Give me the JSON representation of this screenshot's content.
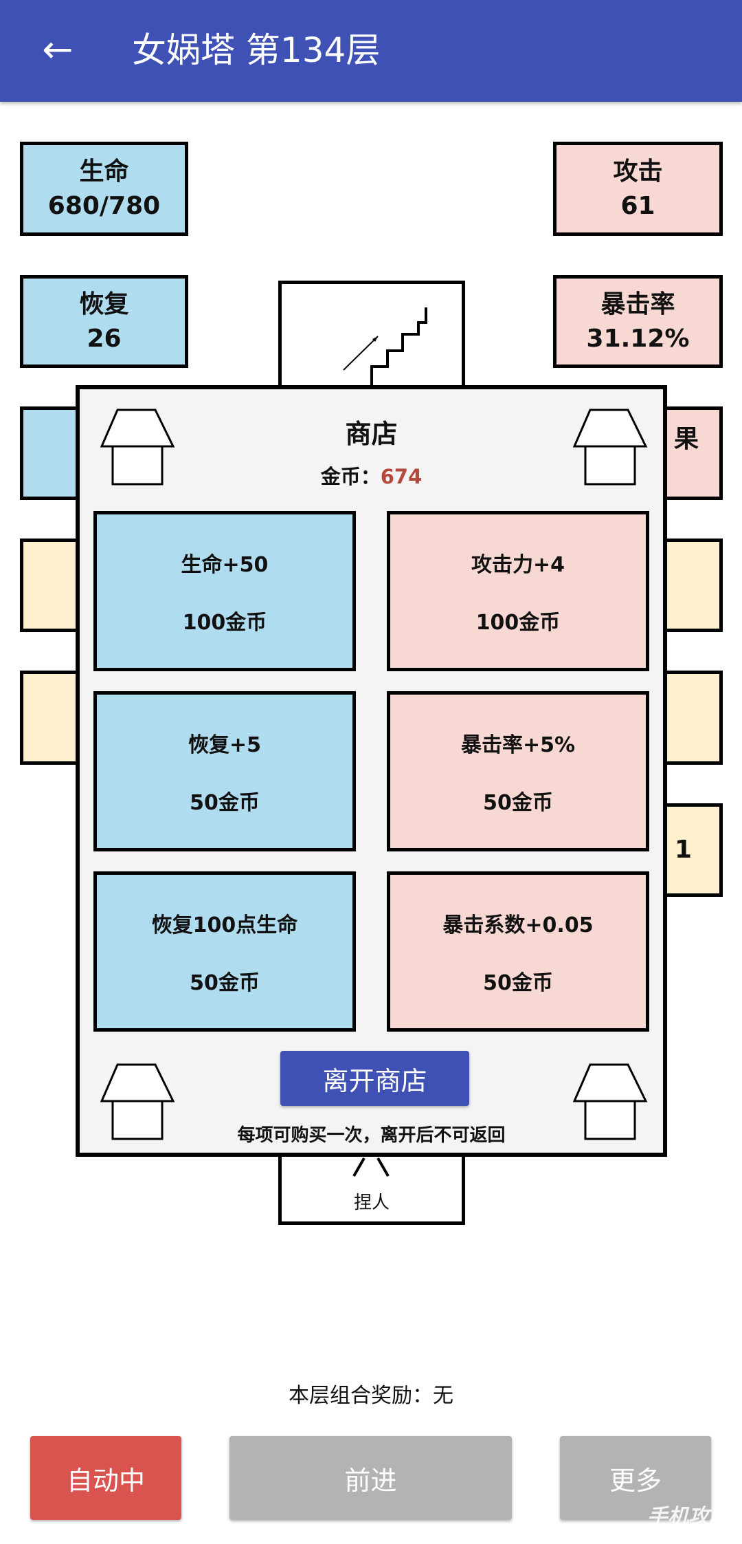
{
  "header": {
    "title": "女娲塔 第134层",
    "back_icon": "arrow-left-icon"
  },
  "stats_left": [
    {
      "label": "生命",
      "value": "680/780"
    },
    {
      "label": "恢复",
      "value": "26"
    }
  ],
  "stats_right": [
    {
      "label": "攻击",
      "value": "61"
    },
    {
      "label": "暴击率",
      "value": "31.12%"
    },
    {
      "fragment": "果"
    },
    {
      "fragment": "1"
    }
  ],
  "rooms": {
    "top_icon": "stairs-up-icon",
    "bottom_label": "捏人"
  },
  "shop": {
    "title": "商店",
    "gold_label": "金币：",
    "gold_value": "674",
    "gold_color": "#B5483C",
    "items": [
      {
        "name": "生命+50",
        "price": "100金币",
        "color": "#B0DCEF"
      },
      {
        "name": "攻击力+4",
        "price": "100金币",
        "color": "#F8D8D3"
      },
      {
        "name": "恢复+5",
        "price": "50金币",
        "color": "#B0DCEF"
      },
      {
        "name": "暴击率+5%",
        "price": "50金币",
        "color": "#F8D8D3"
      },
      {
        "name": "恢复100点生命",
        "price": "50金币",
        "color": "#B0DCEF"
      },
      {
        "name": "暴击系数+0.05",
        "price": "50金币",
        "color": "#F8D8D3"
      }
    ],
    "leave_button": "离开商店",
    "note": "每项可购买一次，离开后不可返回"
  },
  "combo_reward": "本层组合奖励：无",
  "buttons": {
    "auto": "自动中",
    "forward": "前进",
    "more": "更多"
  },
  "watermark": "手机攻略"
}
